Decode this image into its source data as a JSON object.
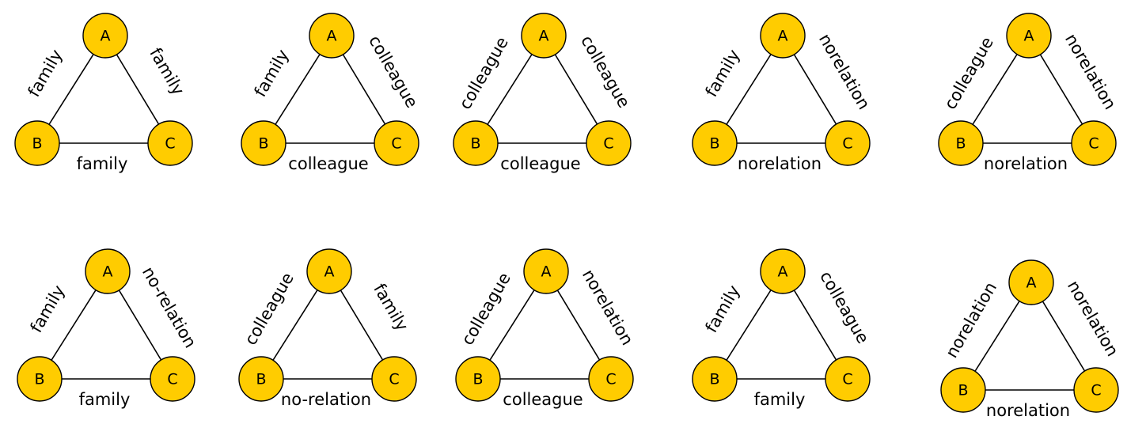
{
  "style": {
    "node_fill": "#FFCC00",
    "node_stroke": "#000000",
    "edge_color": "#000000",
    "background": "#FFFFFF"
  },
  "triangles": [
    {
      "nodes": [
        "A",
        "B",
        "C"
      ],
      "edges": {
        "ab": "family",
        "ac": "family",
        "bc": "family"
      }
    },
    {
      "nodes": [
        "A",
        "B",
        "C"
      ],
      "edges": {
        "ab": "family",
        "ac": "colleague",
        "bc": "colleague"
      }
    },
    {
      "nodes": [
        "A",
        "B",
        "C"
      ],
      "edges": {
        "ab": "colleague",
        "ac": "colleague",
        "bc": "colleague"
      }
    },
    {
      "nodes": [
        "A",
        "B",
        "C"
      ],
      "edges": {
        "ab": "family",
        "ac": "norelation",
        "bc": "norelation"
      }
    },
    {
      "nodes": [
        "A",
        "B",
        "C"
      ],
      "edges": {
        "ab": "colleague",
        "ac": "norelation",
        "bc": "norelation"
      }
    },
    {
      "nodes": [
        "A",
        "B",
        "C"
      ],
      "edges": {
        "ab": "family",
        "ac": "no-relation",
        "bc": "family"
      }
    },
    {
      "nodes": [
        "A",
        "B",
        "C"
      ],
      "edges": {
        "ab": "colleague",
        "ac": "family",
        "bc": "no-relation"
      }
    },
    {
      "nodes": [
        "A",
        "B",
        "C"
      ],
      "edges": {
        "ab": "colleague",
        "ac": "norelation",
        "bc": "colleague"
      }
    },
    {
      "nodes": [
        "A",
        "B",
        "C"
      ],
      "edges": {
        "ab": "family",
        "ac": "colleague",
        "bc": "family"
      }
    },
    {
      "nodes": [
        "A",
        "B",
        "C"
      ],
      "edges": {
        "ab": "norelation",
        "ac": "norelation",
        "bc": "norelation"
      }
    }
  ]
}
